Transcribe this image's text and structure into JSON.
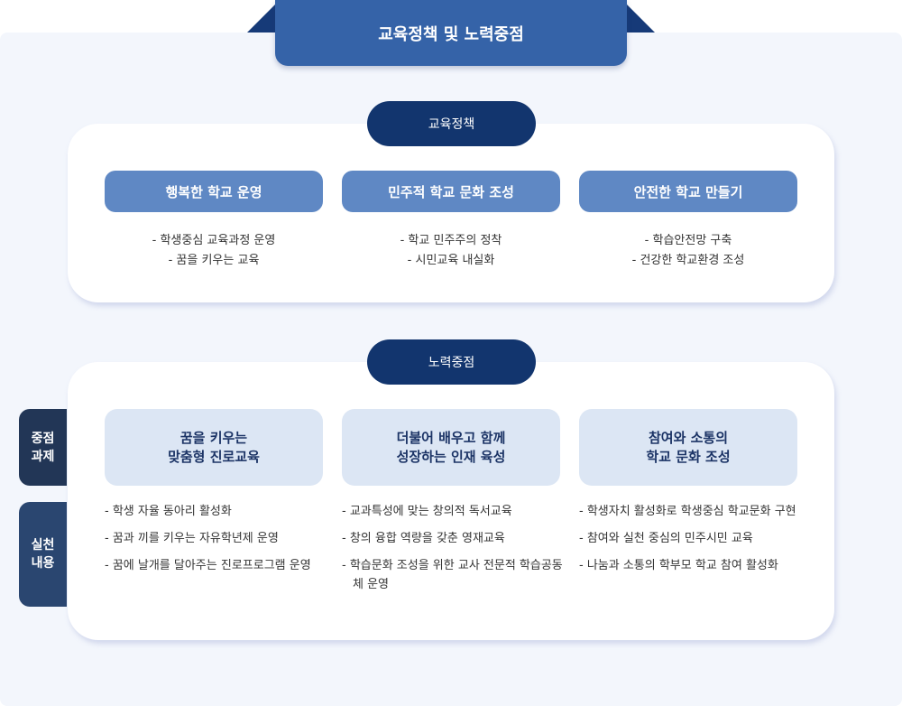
{
  "title": "교육정책 및 노력중점",
  "policy": {
    "label": "교육정책",
    "columns": [
      {
        "heading": "행복한 학교 운영",
        "items": [
          "- 학생중심 교육과정 운영",
          "- 꿈을 키우는 교육"
        ]
      },
      {
        "heading": "민주적 학교 문화 조성",
        "items": [
          "- 학교 민주주의 정착",
          "- 시민교육 내실화"
        ]
      },
      {
        "heading": "안전한 학교 만들기",
        "items": [
          "- 학습안전망 구축",
          "- 건강한 학교환경 조성"
        ]
      }
    ]
  },
  "focus": {
    "label": "노력중점",
    "side_tabs": {
      "tasks": [
        "중점",
        "과제"
      ],
      "practice": [
        "실천",
        "내용"
      ]
    },
    "columns": [
      {
        "heading": [
          "꿈을 키우는",
          "맞춤형 진로교육"
        ],
        "items": [
          "- 학생 자율 동아리 활성화",
          "- 꿈과 끼를 키우는 자유학년제 운영",
          "- 꿈에 날개를 달아주는 진로프로그램 운영"
        ]
      },
      {
        "heading": [
          "더불어 배우고 함께",
          "성장하는 인재 육성"
        ],
        "items": [
          "- 교과특성에 맞는 창의적 독서교육",
          "- 창의 융합 역량을 갖춘 영재교육",
          "- 학습문화 조성을 위한 교사 전문적 학습공동체 운영"
        ]
      },
      {
        "heading": [
          "참여와 소통의",
          "학교 문화 조성"
        ],
        "items": [
          "- 학생자치 활성화로 학생중심 학교문화 구현",
          "- 참여와 실천 중심의 민주시민 교육",
          "- 나눔과 소통의 학부모 학교 참여 활성화"
        ]
      }
    ]
  },
  "colors": {
    "banner": "#3563a8",
    "pill": "#12356e",
    "policy_head": "#5f88c4",
    "focus_head": "#dce6f4",
    "background": "#f3f6fc"
  }
}
